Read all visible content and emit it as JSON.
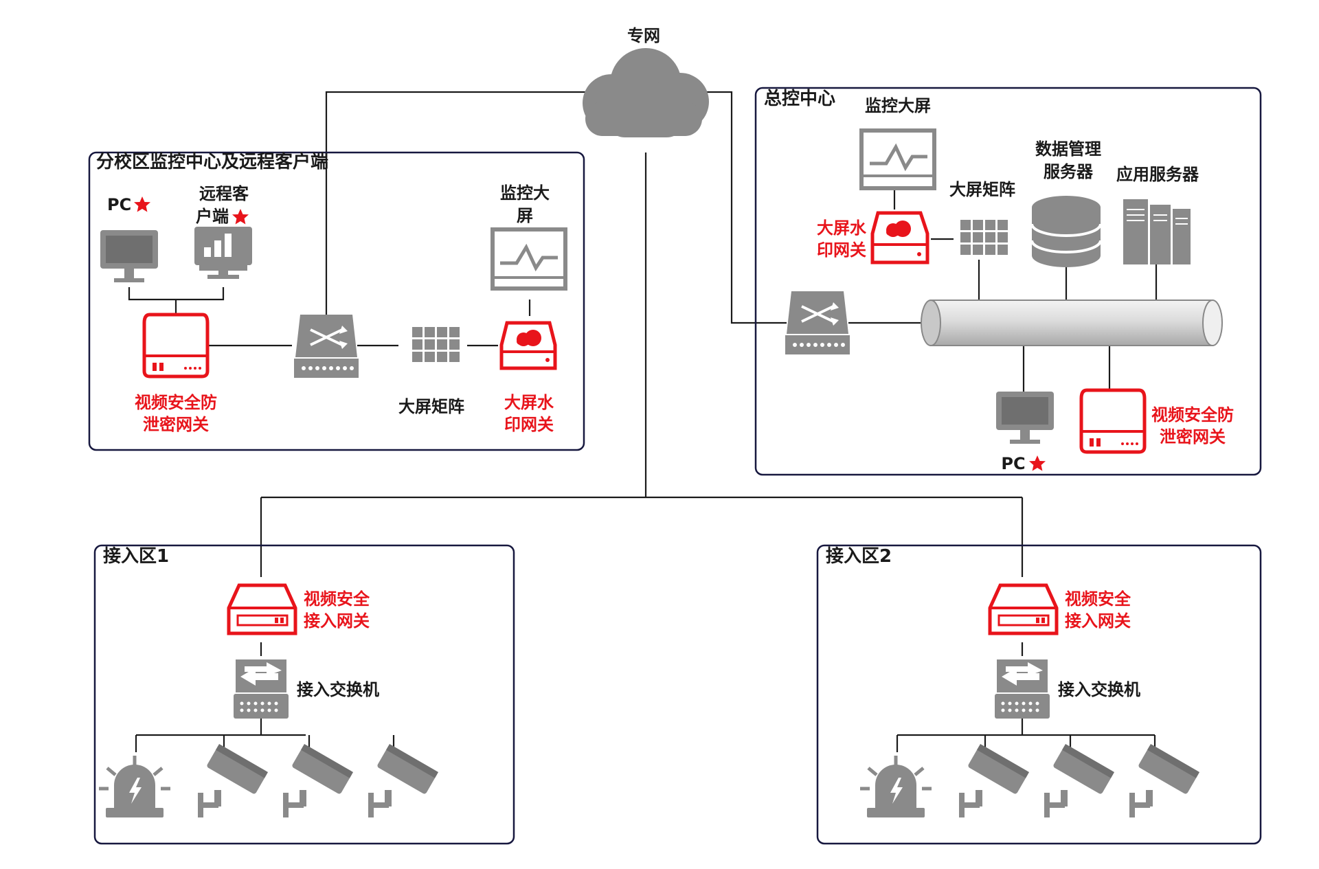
{
  "cloud": {
    "label": "专网"
  },
  "zones": {
    "branch": {
      "title": "分校区监控中心及远程客户端"
    },
    "main": {
      "title": "总控中心"
    },
    "access1": {
      "title": "接入区1"
    },
    "access2": {
      "title": "接入区2"
    }
  },
  "branch": {
    "pc": "PC",
    "remote_client": [
      "远程客",
      "户端"
    ],
    "monitor_screen": [
      "监控大",
      "屏"
    ],
    "gateway": [
      "视频安全防",
      "泄密网关"
    ],
    "matrix": "大屏矩阵",
    "watermark": [
      "大屏水",
      "印网关"
    ]
  },
  "main": {
    "monitor_screen": "监控大屏",
    "matrix": "大屏矩阵",
    "watermark": [
      "大屏水",
      "印网关"
    ],
    "db_server": [
      "数据管理",
      "服务器"
    ],
    "app_server": "应用服务器",
    "pc": "PC",
    "gateway": [
      "视频安全防",
      "泄密网关"
    ]
  },
  "access": {
    "gateway": [
      "视频安全",
      "接入网关"
    ],
    "switch": "接入交换机"
  },
  "colors": {
    "accent_red": "#e8141b",
    "device_gray": "#8a8a8a",
    "zone_border": "#17183f"
  }
}
